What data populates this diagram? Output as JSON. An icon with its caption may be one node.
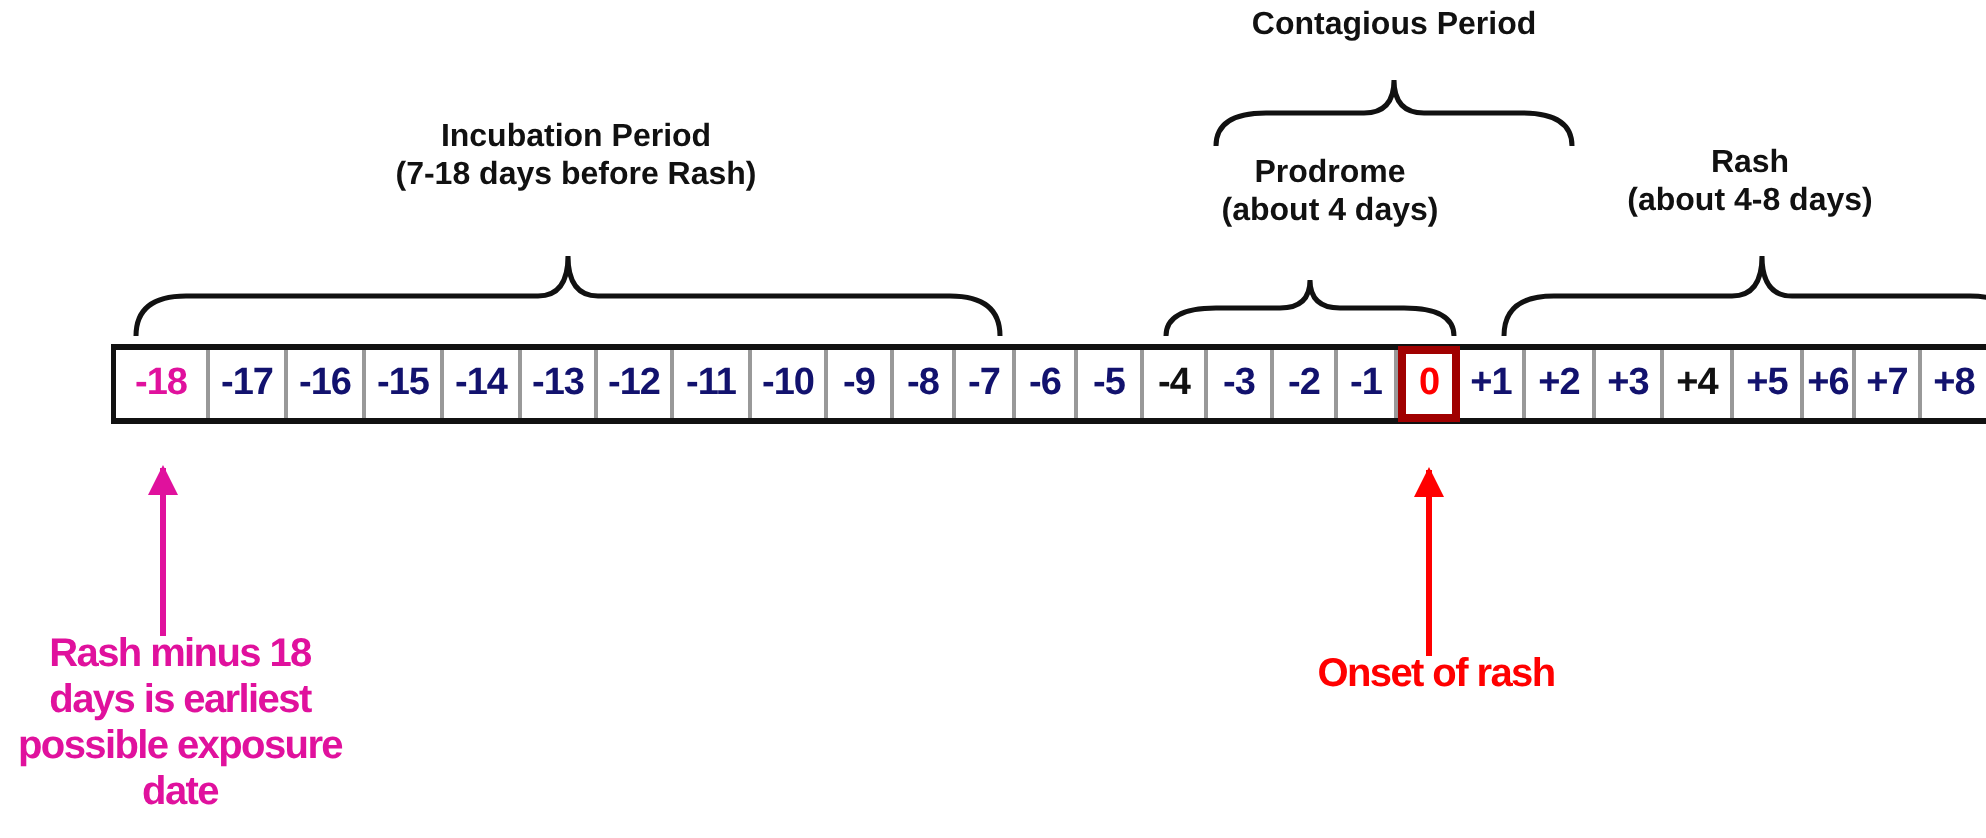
{
  "diagram": {
    "nodes": [
      {
        "text": [
          "-18"
        ]
      },
      {
        "text": [
          "-17"
        ]
      },
      {
        "text": [
          "-16"
        ]
      },
      {
        "text": [
          "-15"
        ]
      },
      {
        "text": [
          "-14"
        ]
      },
      {
        "text": [
          "-13"
        ]
      },
      {
        "text": [
          "-12"
        ]
      },
      {
        "text": [
          "-11"
        ]
      },
      {
        "text": [
          "-10"
        ]
      },
      {
        "text": [
          "-9"
        ]
      },
      {
        "text": [
          "-8"
        ]
      },
      {
        "text": [
          "-7"
        ]
      },
      {
        "text": [
          "-6"
        ]
      },
      {
        "text": [
          "-5"
        ]
      },
      {
        "text": [
          "-4"
        ]
      },
      {
        "text": [
          "-3"
        ]
      },
      {
        "text": [
          "-2"
        ]
      },
      {
        "text": [
          "-1"
        ]
      },
      {
        "text": [
          "0"
        ]
      },
      {
        "text": [
          "+1"
        ]
      },
      {
        "text": [
          "+2"
        ]
      },
      {
        "text": [
          "+3"
        ]
      },
      {
        "text": [
          "+4"
        ]
      },
      {
        "text": [
          "+5"
        ]
      },
      {
        "text": [
          "+6"
        ]
      },
      {
        "text": [
          "+7"
        ]
      },
      {
        "text": [
          "+8"
        ]
      },
      {
        "text": [
          "Rash minus 18 days is earliest possible exposure date"
        ]
      },
      {
        "text": [
          "Onset of rash"
        ]
      }
    ],
    "edges": [
      {
        "from": 27,
        "to": 0,
        "arrow": "to",
        "color": "#e0119d"
      },
      {
        "from": 28,
        "to": 18,
        "arrow": "to",
        "color": "#ff0000"
      }
    ],
    "labels": [
      "Contagious Period",
      "Incubation Period",
      "(7-18 days before Rash)",
      "Prodrome",
      "(about 4 days)",
      "Rash",
      "(about 4-8 days)"
    ]
  }
}
